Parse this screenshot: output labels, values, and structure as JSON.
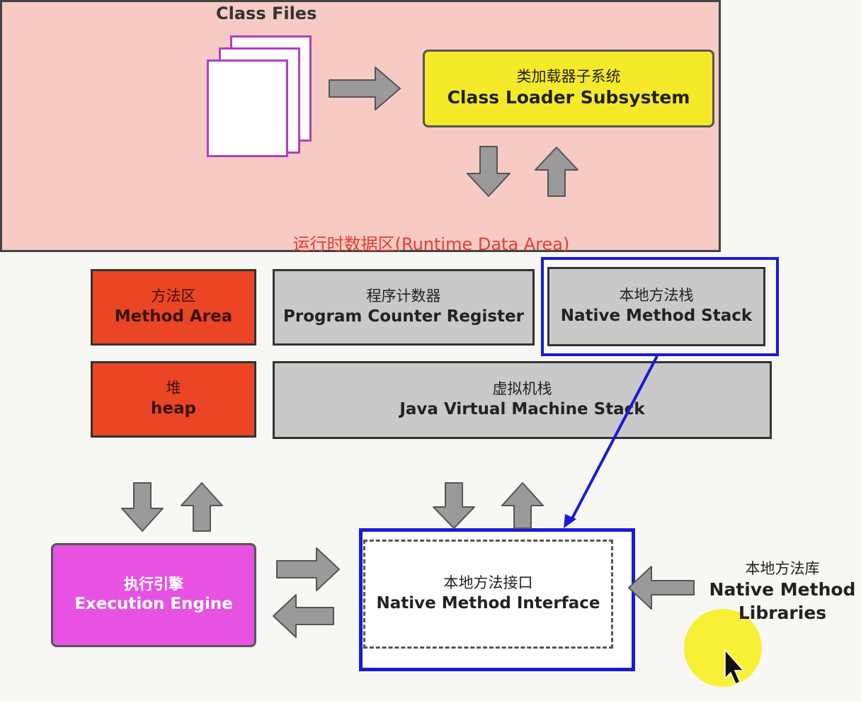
{
  "class_files": {
    "label": "Class Files"
  },
  "class_loader": {
    "zh": "类加载器子系统",
    "en": "Class Loader Subsystem"
  },
  "runtime_data_area": {
    "title": "运行时数据区(Runtime Data Area)",
    "method_area": {
      "zh": "方法区",
      "en": "Method Area"
    },
    "pc_register": {
      "zh": "程序计数器",
      "en": "Program Counter Register"
    },
    "native_method_stack": {
      "zh": "本地方法栈",
      "en": "Native Method Stack"
    },
    "heap": {
      "zh": "堆",
      "en": "heap"
    },
    "jvm_stack": {
      "zh": "虚拟机栈",
      "en": "Java Virtual Machine Stack"
    }
  },
  "execution_engine": {
    "zh": "执行引擎",
    "en": "Execution Engine"
  },
  "native_method_interface": {
    "zh": "本地方法接口",
    "en": "Native Method Interface"
  },
  "native_method_libraries": {
    "zh": "本地方法库",
    "en_line1": "Native Method",
    "en_line2": "Libraries"
  },
  "colors": {
    "class_loader": "#f5ea2a",
    "runtime_area": "#f7cac4",
    "red_block": "#ea4525",
    "gray_block": "#c9c9c9",
    "execution_engine": "#e752e3",
    "highlight": "#1a1ad8",
    "arrow": "#9a9a9a"
  }
}
